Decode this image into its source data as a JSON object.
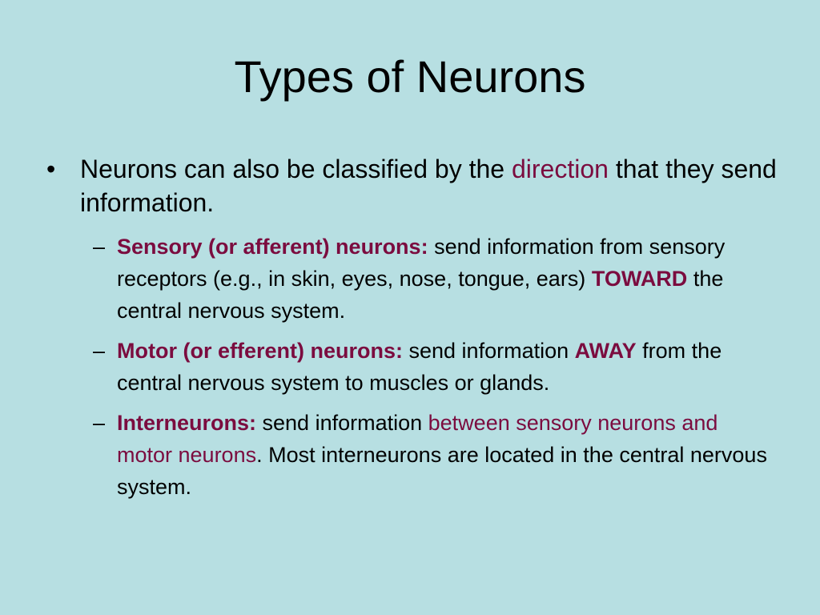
{
  "title": "Types of Neurons",
  "bullet": {
    "mark": "•",
    "text_before": "Neurons can also be classified by the ",
    "highlight": "direction",
    "text_after": " that they send information."
  },
  "subitems": [
    {
      "mark": "–",
      "heading": "Sensory (or afferent) neurons:",
      "text1": " send information from sensory receptors (e.g., in skin, eyes, nose, tongue, ears) ",
      "emphasis": "TOWARD",
      "text2": " the central nervous system."
    },
    {
      "mark": "–",
      "heading": "Motor (or efferent) neurons:",
      "text1": " send information ",
      "emphasis": "AWAY",
      "text2": " from the central nervous system to muscles or glands."
    },
    {
      "mark": "–",
      "heading": "Interneurons:",
      "text1": " send information ",
      "highlight": "between sensory neurons and motor neurons",
      "text2": ". Most interneurons are located in the central nervous system."
    }
  ],
  "colors": {
    "background": "#b7dfe2",
    "text": "#000000",
    "accent": "#7b0c3f"
  }
}
